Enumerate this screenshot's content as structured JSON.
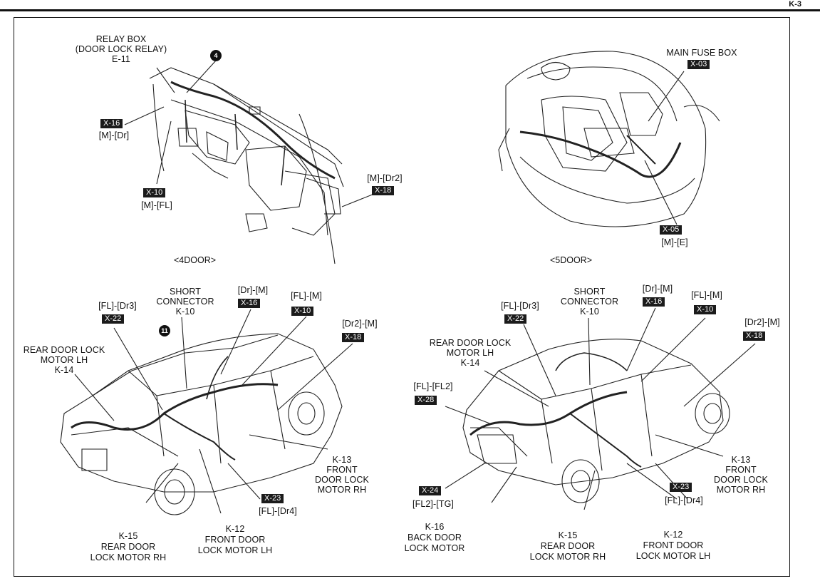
{
  "page_number": "K-3",
  "panels": {
    "four_door_top": {
      "caption": "<4DOOR>",
      "relay_box": "RELAY BOX",
      "relay_sub": "(DOOR LOCK RELAY)",
      "relay_code": "E-11",
      "badge": "4",
      "x16_tag": "X-16",
      "x16_desc": "[M]-[Dr]",
      "x10_tag": "X-10",
      "x10_desc": "[M]-[FL]",
      "x18_desc": "[M]-[Dr2]",
      "x18_tag": "X-18"
    },
    "five_door_top": {
      "caption": "<5DOOR>",
      "main_fuse": "MAIN FUSE BOX",
      "x03_tag": "X-03",
      "x05_tag": "X-05",
      "x05_desc": "[M]-[E]"
    },
    "four_door_bottom": {
      "fl_dr3": "[FL]-[Dr3]",
      "x22_tag": "X-22",
      "short1": "SHORT",
      "short2": "CONNECTOR",
      "short3": "K-10",
      "dr_m": "[Dr]-[M]",
      "x16_tag": "X-16",
      "fl_m": "[FL]-[M]",
      "x10_tag": "X-10",
      "dr2_m": "[Dr2]-[M]",
      "x18_tag": "X-18",
      "badge": "11",
      "k14_1": "REAR DOOR LOCK",
      "k14_2": "MOTOR LH",
      "k14_3": "K-14",
      "k13_1": "K-13",
      "k13_2": "FRONT",
      "k13_3": "DOOR LOCK",
      "k13_4": "MOTOR RH",
      "x23_tag": "X-23",
      "x23_desc": "[FL]-[Dr4]",
      "k15_1": "K-15",
      "k15_2": "REAR DOOR",
      "k15_3": "LOCK MOTOR RH",
      "k12_1": "K-12",
      "k12_2": "FRONT DOOR",
      "k12_3": "LOCK MOTOR LH"
    },
    "five_door_bottom": {
      "fl_dr3": "[FL]-[Dr3]",
      "x22_tag": "X-22",
      "short1": "SHORT",
      "short2": "CONNECTOR",
      "short3": "K-10",
      "dr_m": "[Dr]-[M]",
      "x16_tag": "X-16",
      "fl_m": "[FL]-[M]",
      "x10_tag": "X-10",
      "dr2_m": "[Dr2]-[M]",
      "x18_tag": "X-18",
      "k14_1": "REAR DOOR LOCK",
      "k14_2": "MOTOR LH",
      "k14_3": "K-14",
      "fl_fl2": "[FL]-[FL2]",
      "x28_tag": "X-28",
      "k13_1": "K-13",
      "k13_2": "FRONT",
      "k13_3": "DOOR LOCK",
      "k13_4": "MOTOR RH",
      "x24_tag": "X-24",
      "x24_desc": "[FL2]-[TG]",
      "x23_tag": "X-23",
      "x23_desc": "[FL]-[Dr4]",
      "k16_1": "K-16",
      "k16_2": "BACK DOOR",
      "k16_3": "LOCK MOTOR",
      "k15_1": "K-15",
      "k15_2": "REAR DOOR",
      "k15_3": "LOCK MOTOR RH",
      "k12_1": "K-12",
      "k12_2": "FRONT DOOR",
      "k12_3": "LOCK MOTOR LH"
    }
  }
}
